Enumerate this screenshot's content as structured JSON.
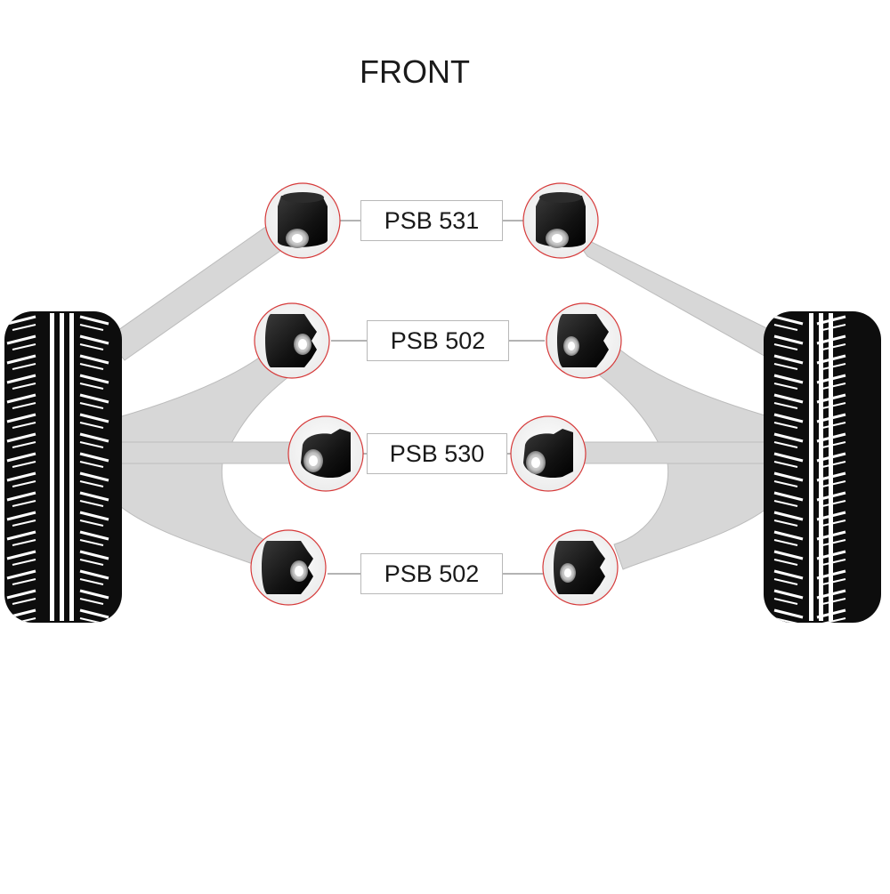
{
  "title": "FRONT",
  "labels": {
    "upper_arm": "PSB 531",
    "front_arm": "PSB 502",
    "middle_arm": "PSB 530",
    "rear_arm": "PSB 502"
  },
  "colors": {
    "arm": "#d7d7d7",
    "tyre": "#0d0d0d",
    "bush_ring": "#d63a3a",
    "bush": "#141414",
    "connector": "#9a9a9a"
  },
  "icons": {
    "tyre": "tyre-icon",
    "bush": "bush-icon"
  }
}
